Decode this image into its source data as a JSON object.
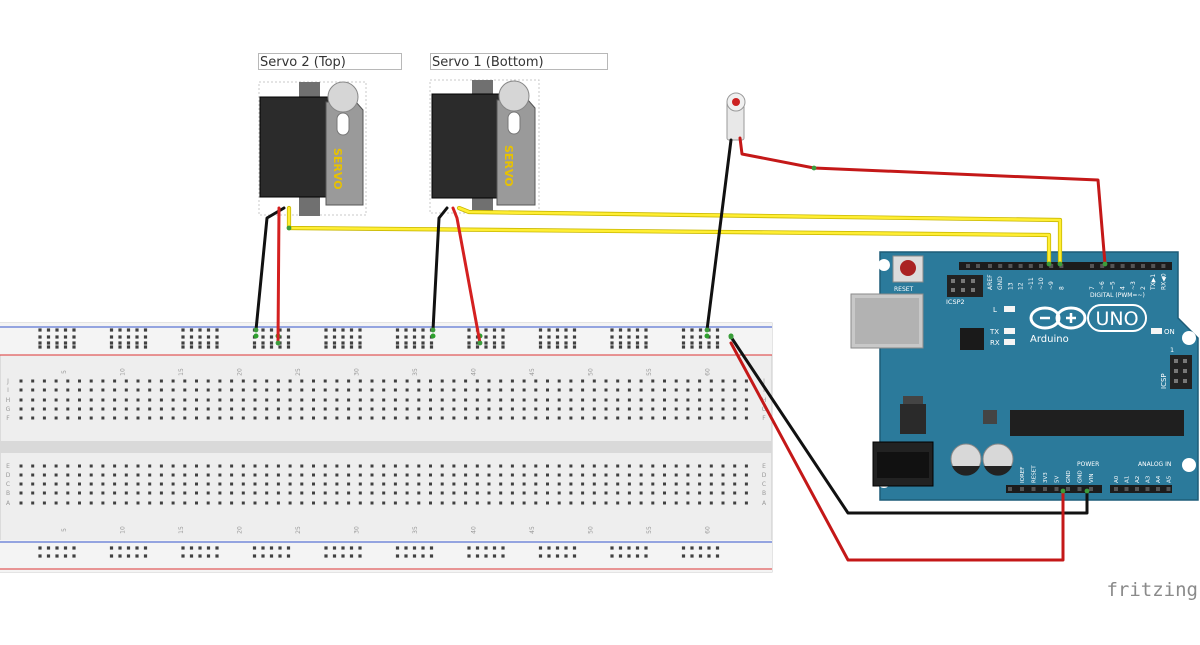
{
  "parts": {
    "servo_top": {
      "label": "Servo 2 (Top)",
      "body_text": "SERVO"
    },
    "servo_bottom": {
      "label": "Servo 1 (Bottom)",
      "body_text": "SERVO"
    },
    "laser": {
      "name": "laser-diode"
    }
  },
  "breadboard": {
    "column_numbers": [
      "5",
      "10",
      "15",
      "20",
      "25",
      "30",
      "35",
      "40",
      "45",
      "50",
      "55",
      "60"
    ],
    "row_letters_top": [
      "J",
      "I",
      "H",
      "G",
      "F"
    ],
    "row_letters_bottom": [
      "E",
      "D",
      "C",
      "B",
      "A"
    ]
  },
  "arduino": {
    "logo": "UNO",
    "brand": "Arduino",
    "reset_label": "RESET",
    "icsp2_label": "ICSP2",
    "icsp_label": "ICSP",
    "digital_header_label": "DIGITAL (PWM=~)",
    "digital_pins": [
      "AREF",
      "GND",
      "13",
      "12",
      "~11",
      "~10",
      "~9",
      "8",
      "7",
      "~6",
      "~5",
      "4",
      "~3",
      "2",
      "TX▶1",
      "RX◀0"
    ],
    "led_labels": {
      "l": "L",
      "tx": "TX",
      "rx": "RX",
      "on": "ON"
    },
    "power_header_label": "POWER",
    "power_pins": [
      "IOREF",
      "RESET",
      "3V3",
      "5V",
      "GND",
      "GND",
      "VIN"
    ],
    "analog_header_label": "ANALOG IN",
    "analog_pins": [
      "A0",
      "A1",
      "A2",
      "A3",
      "A4",
      "A5"
    ]
  },
  "wires": [
    {
      "name": "servo2-ground-wire",
      "color": "#111111"
    },
    {
      "name": "servo2-power-wire",
      "color": "#d42020"
    },
    {
      "name": "servo2-signal-wire",
      "color": "#ffee33"
    },
    {
      "name": "servo1-ground-wire",
      "color": "#111111"
    },
    {
      "name": "servo1-power-wire",
      "color": "#d42020"
    },
    {
      "name": "servo1-signal-wire",
      "color": "#ffee33"
    },
    {
      "name": "laser-ground-wire",
      "color": "#111111"
    },
    {
      "name": "laser-signal-wire",
      "color": "#c41818"
    },
    {
      "name": "rail-ground-wire",
      "color": "#111111"
    },
    {
      "name": "rail-power-wire",
      "color": "#c41818"
    }
  ],
  "colors": {
    "arduino_board": "#2b7a9b",
    "breadboard": "#f0f0f0",
    "rail_blue": "#3355cc",
    "rail_red": "#dd3333",
    "hole": "#404040",
    "hole_active": "#2ea02e"
  },
  "watermark": "fritzing"
}
